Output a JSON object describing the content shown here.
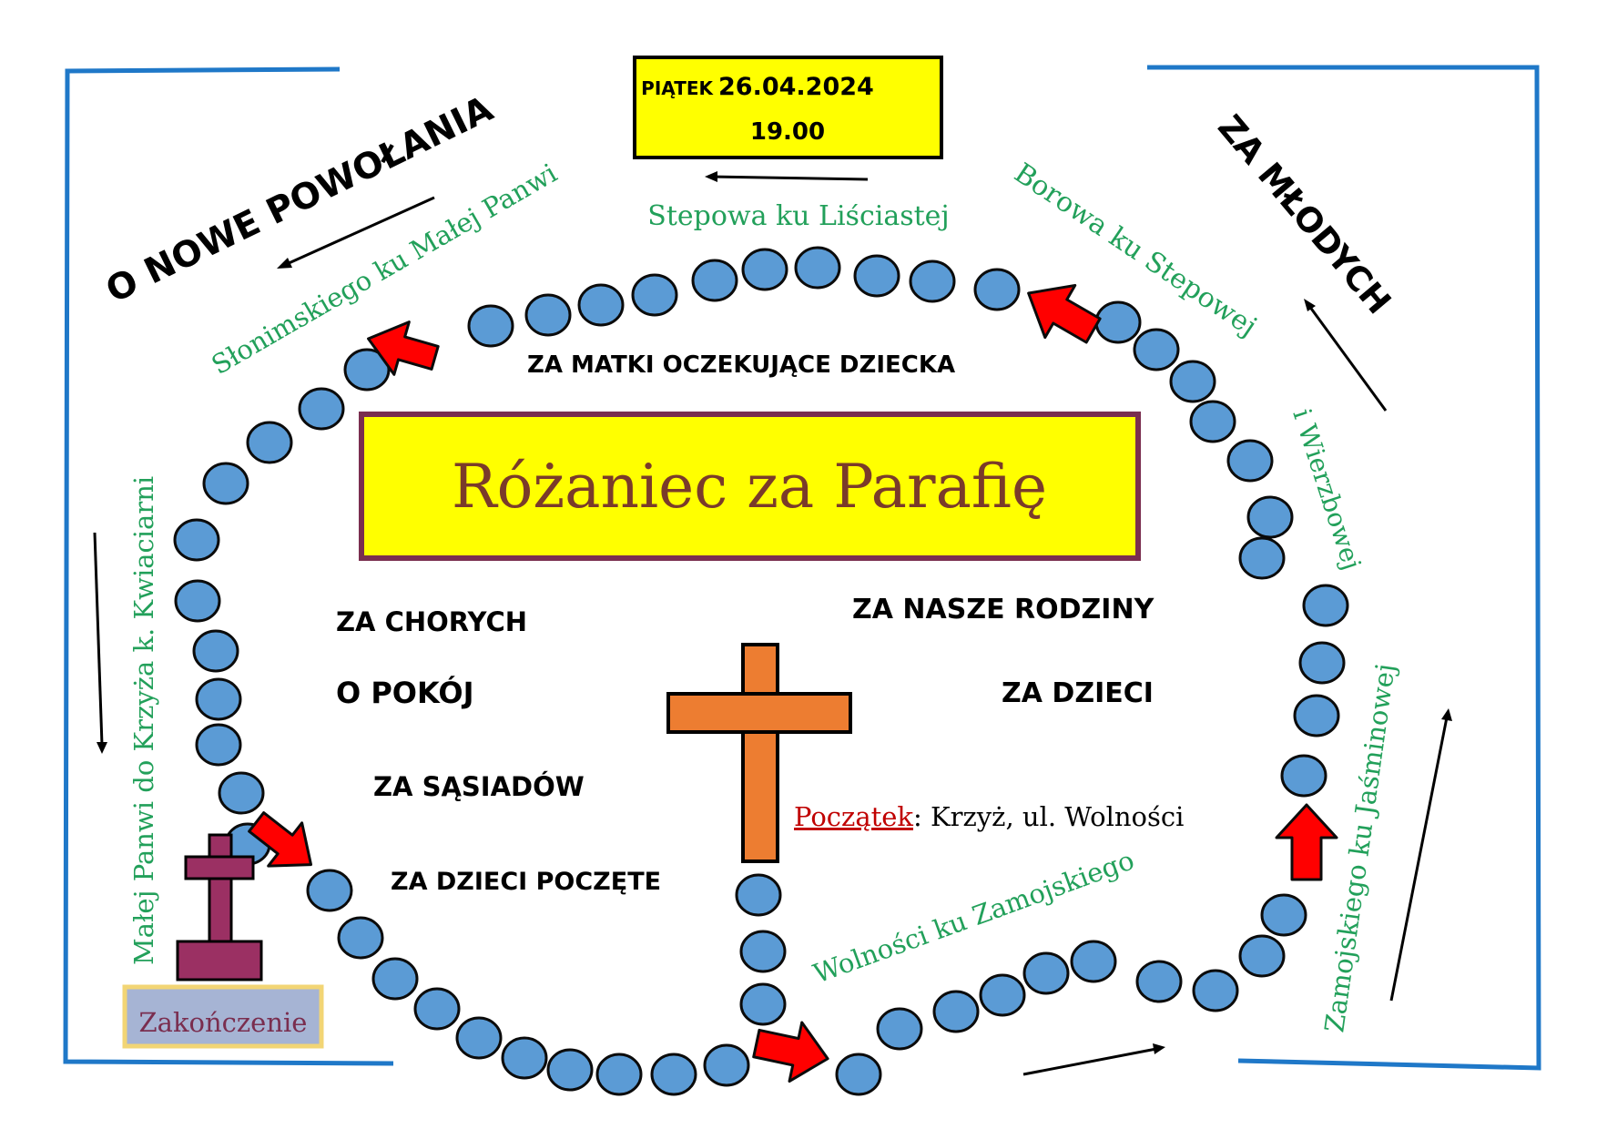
{
  "date_box": {
    "day": "PIĄTEK",
    "date": "26.04.2024",
    "time": "19.00"
  },
  "title": "Różaniec za Parafię",
  "intentions": {
    "new_vocations": "O NOWE POWOŁANIA",
    "youth": "ZA MŁODYCH",
    "expecting_mothers": "ZA MATKI OCZEKUJĄCE DZIECKA",
    "sick": "ZA CHORYCH",
    "peace": "O POKÓJ",
    "neighbors": "ZA SĄSIADÓW",
    "unborn": "ZA DZIECI POCZĘTE",
    "families": "ZA NASZE RODZINY",
    "children": "ZA DZIECI"
  },
  "route": {
    "stepowa": "Stepowa ku Liściastej",
    "borowa": "Borowa ku Stepowej",
    "wierzbowa": "i Wierzbowej",
    "slonimskiego": "Słonimskiego ku Małej Panwi",
    "malej_panwi": "Małej Panwi do Krzyża k. Kwiaciarni",
    "zamojskiego": "Zamojskiego ku Jaśminowej",
    "wolnosci": "Wolności ku Zamojskiego"
  },
  "start": {
    "label": "Początek",
    "text": ": Krzyż, ul. Wolności"
  },
  "end": {
    "label": "Zakończenie"
  },
  "colors": {
    "frame": "#1f78c8",
    "yellow": "#ffff00",
    "title_text": "#7a3b2a",
    "title_border": "#7a2e4f",
    "bead": "#5b9bd5",
    "arrow_red": "#ff0000",
    "cross_orange": "#ed7d31",
    "cross_purple": "#9b3063",
    "route_green": "#22a05a",
    "end_box": "#a6b4d4",
    "end_border": "#f2d575"
  }
}
